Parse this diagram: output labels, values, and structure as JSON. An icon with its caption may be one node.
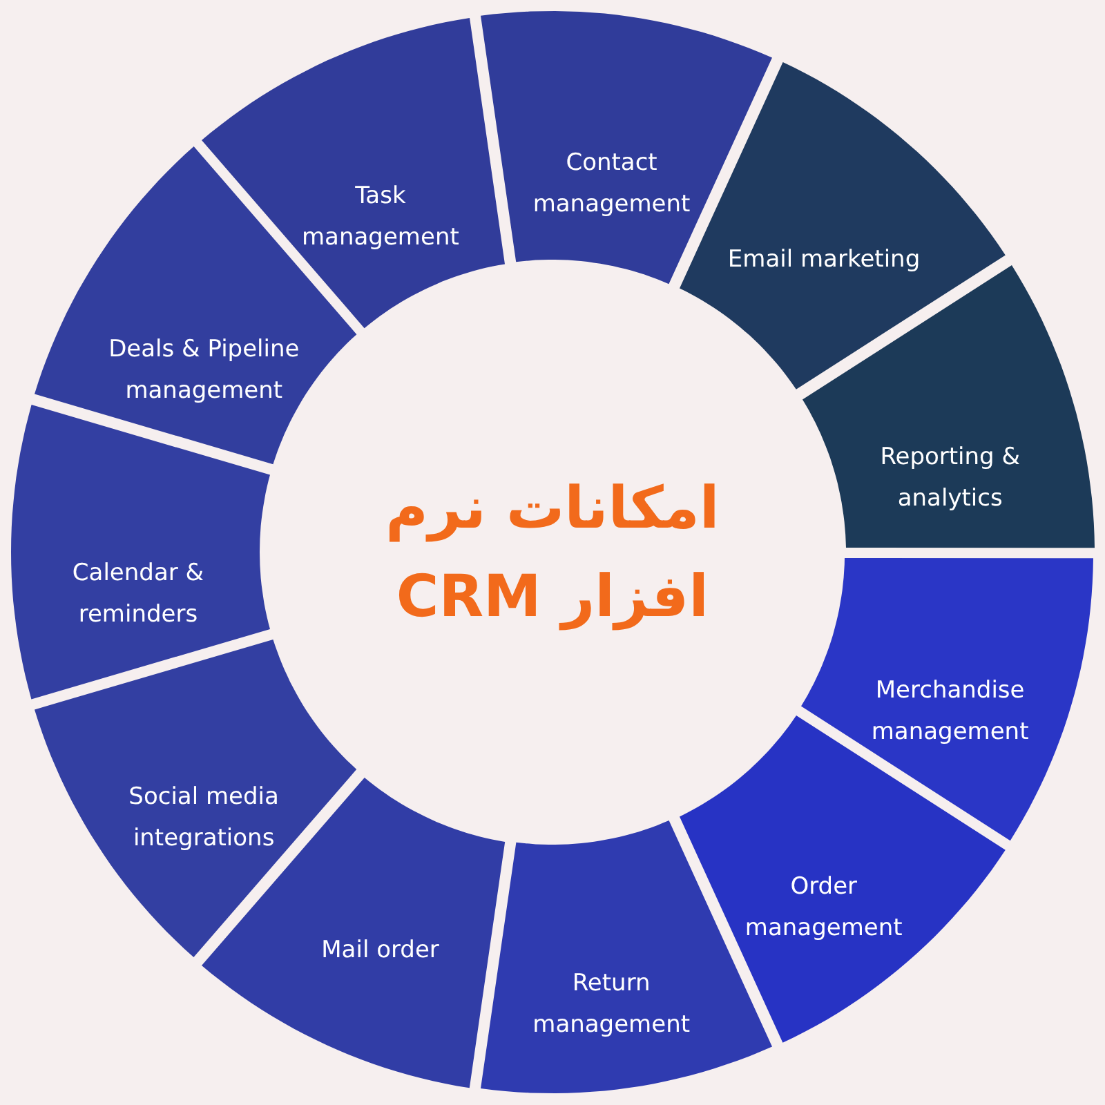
{
  "diagram": {
    "nodes": [
      {
        "text": [
          "امکانات نرم افزار CRM"
        ]
      },
      {
        "text": [
          "Contact management"
        ]
      },
      {
        "text": [
          "Email marketing"
        ]
      },
      {
        "text": [
          "Reporting & analytics"
        ]
      },
      {
        "text": [
          "Merchandise management"
        ]
      },
      {
        "text": [
          "Order management"
        ]
      },
      {
        "text": [
          "Return management"
        ]
      },
      {
        "text": [
          "Mail order"
        ]
      },
      {
        "text": [
          "Social media integrations"
        ]
      },
      {
        "text": [
          "Calendar & reminders"
        ]
      },
      {
        "text": [
          "Deals & Pipeline management"
        ]
      },
      {
        "text": [
          "Task management"
        ]
      }
    ]
  }
}
